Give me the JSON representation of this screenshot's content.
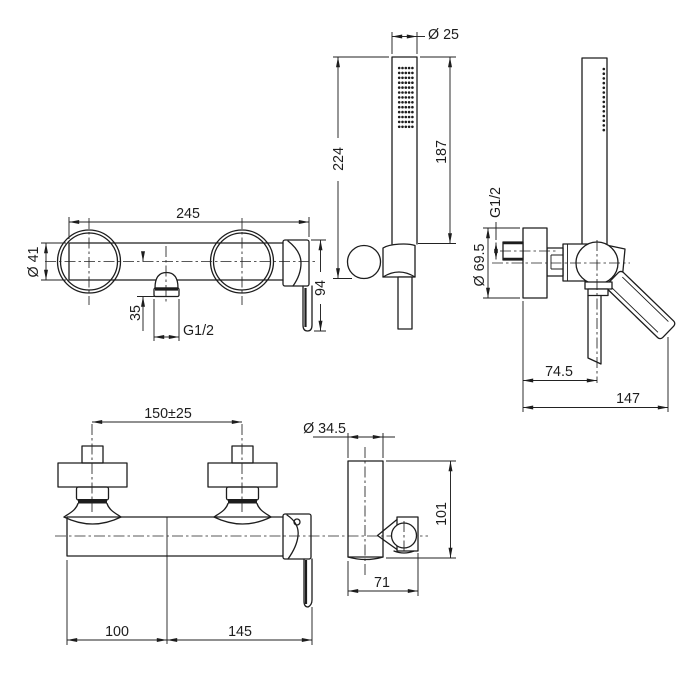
{
  "drawing": {
    "type": "technical-dimension-drawing",
    "subject": "wall-mounted shower mixer with hand shower set",
    "colors": {
      "line": "#1d1d1d",
      "background": "#ffffff"
    },
    "views": {
      "mixer_front": {
        "dims": {
          "width": "245",
          "body_diameter": "Ø 41",
          "outlet_offset": "35",
          "outlet_thread": "G1/2",
          "handle_height": "94"
        }
      },
      "handshower_front": {
        "dims": {
          "head_diameter": "Ø 25",
          "wand_length": "187",
          "total_height": "224"
        }
      },
      "mixer_side": {
        "dims": {
          "inlet_thread": "G1/2",
          "flange_diameter": "Ø 69.5",
          "wall_to_axis": "74.5",
          "total_depth": "147"
        }
      },
      "variant_front": {
        "dims": {
          "union_spacing": "150±25",
          "left_length": "100",
          "right_length": "145"
        }
      },
      "variant_side": {
        "dims": {
          "body_diameter": "Ø 34.5",
          "height": "101",
          "depth": "71"
        }
      }
    }
  }
}
